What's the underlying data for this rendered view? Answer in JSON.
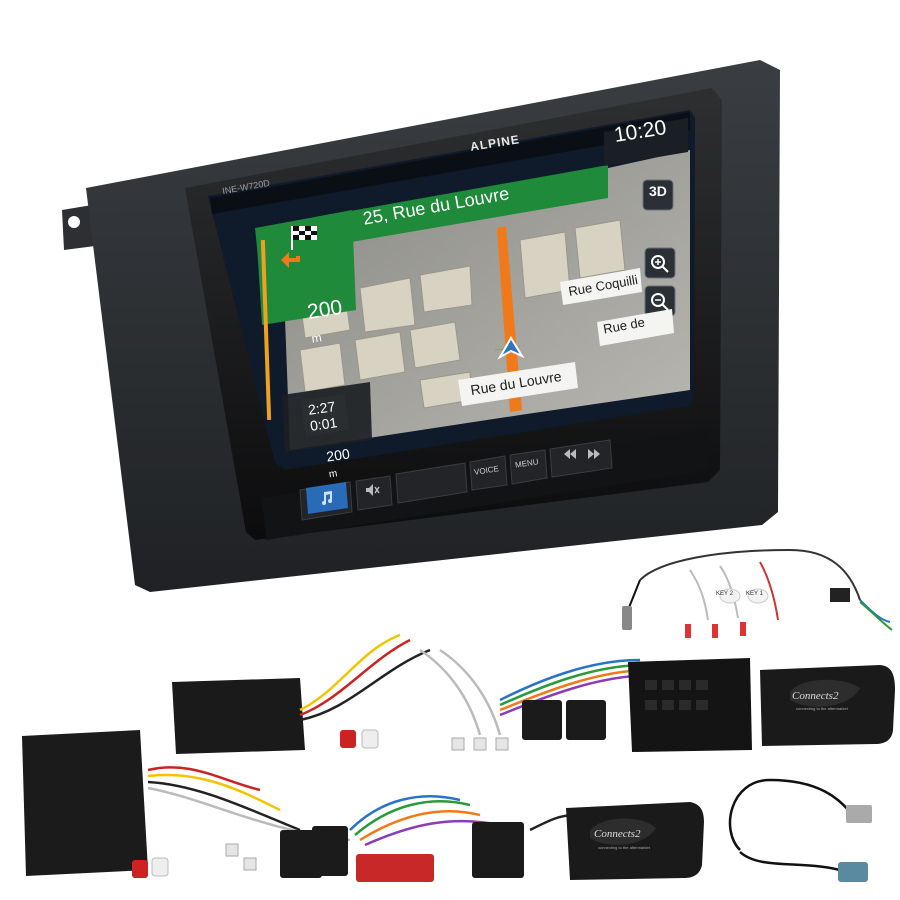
{
  "head_unit": {
    "brand": "ALPINE",
    "model": "INE-W720D",
    "clock": "10:20",
    "street_banner": "25, Rue du Louvre",
    "turn_distance": "200",
    "turn_distance_unit": "m",
    "view_mode": "3D",
    "street_labels": [
      "Rue Coquilli",
      "Rue de",
      "Rue du Louvre"
    ],
    "trip": {
      "arrival_time": "2:27",
      "remaining_time": "0:01",
      "remaining_distance": "200",
      "remaining_distance_unit": "m"
    },
    "buttons": {
      "voice": "VOICE",
      "menu": "MENU"
    }
  },
  "kit": {
    "brand_logo": "Connects2",
    "tagline": "connecting to the aftermarket",
    "key_labels": [
      "KEY 2",
      "KEY 1"
    ]
  },
  "colors": {
    "nav_green": "#1e8a3a",
    "route_orange": "#f07a1a",
    "bezel": "#1a1a1a",
    "fascia": "#2b2d30",
    "screen_blue": "#2a73c8"
  },
  "icons": {
    "finish_flag": "checkered-flag-icon",
    "turn_arrow": "left-turn-arrow-icon",
    "zoom_in": "zoom-in-icon",
    "zoom_out": "zoom-out-icon",
    "position": "navigation-arrow-icon",
    "music": "music-note-icon",
    "mute": "mute-icon",
    "prev_next": "skip-icon"
  }
}
